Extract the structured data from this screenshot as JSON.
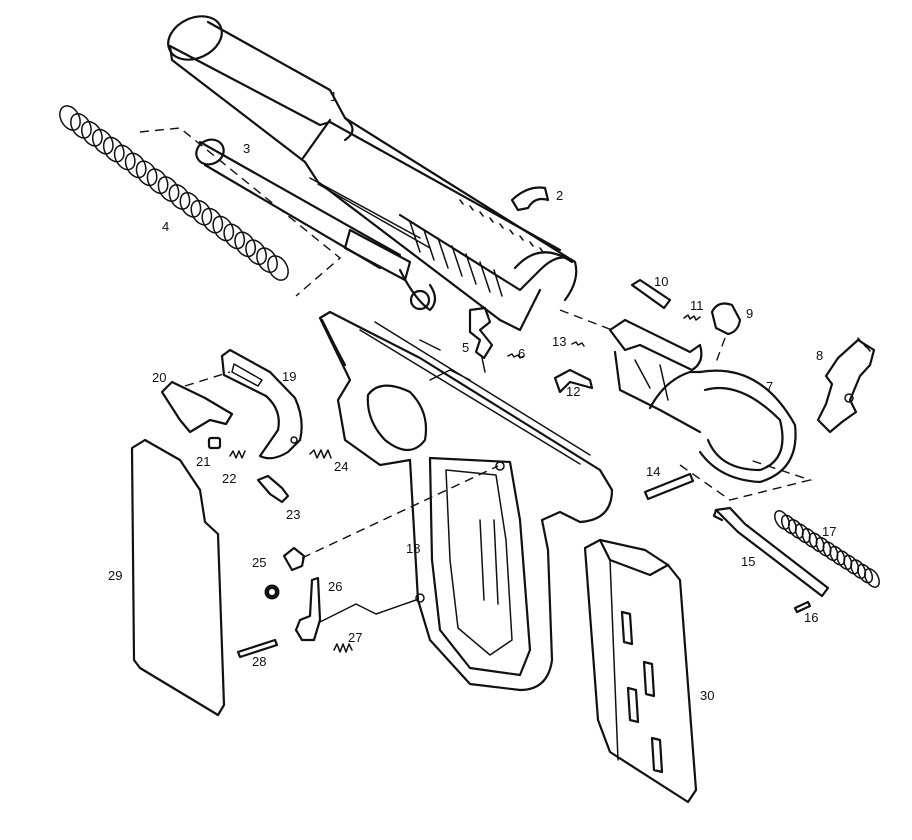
{
  "diagram": {
    "ink_color": "#111111",
    "background": "#ffffff",
    "part_numbers": [
      "1",
      "2",
      "3",
      "4",
      "5",
      "6",
      "7",
      "8",
      "9",
      "10",
      "11",
      "12",
      "13",
      "14",
      "15",
      "16",
      "17",
      "18",
      "19",
      "20",
      "21",
      "22",
      "23",
      "24",
      "25",
      "26",
      "27",
      "28",
      "29",
      "30"
    ]
  }
}
